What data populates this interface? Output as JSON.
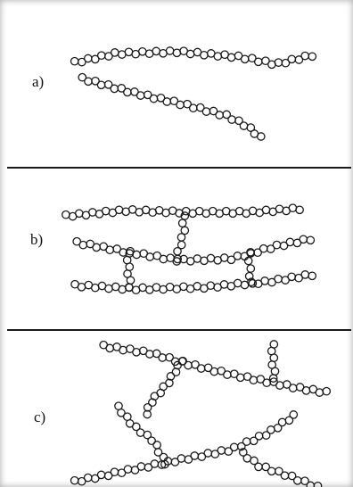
{
  "panels": [
    {
      "label": "a)"
    },
    {
      "label": "b)"
    },
    {
      "label": "c)"
    }
  ],
  "colors": {
    "ink": "#1a1a1a",
    "background": "#ffffff"
  }
}
